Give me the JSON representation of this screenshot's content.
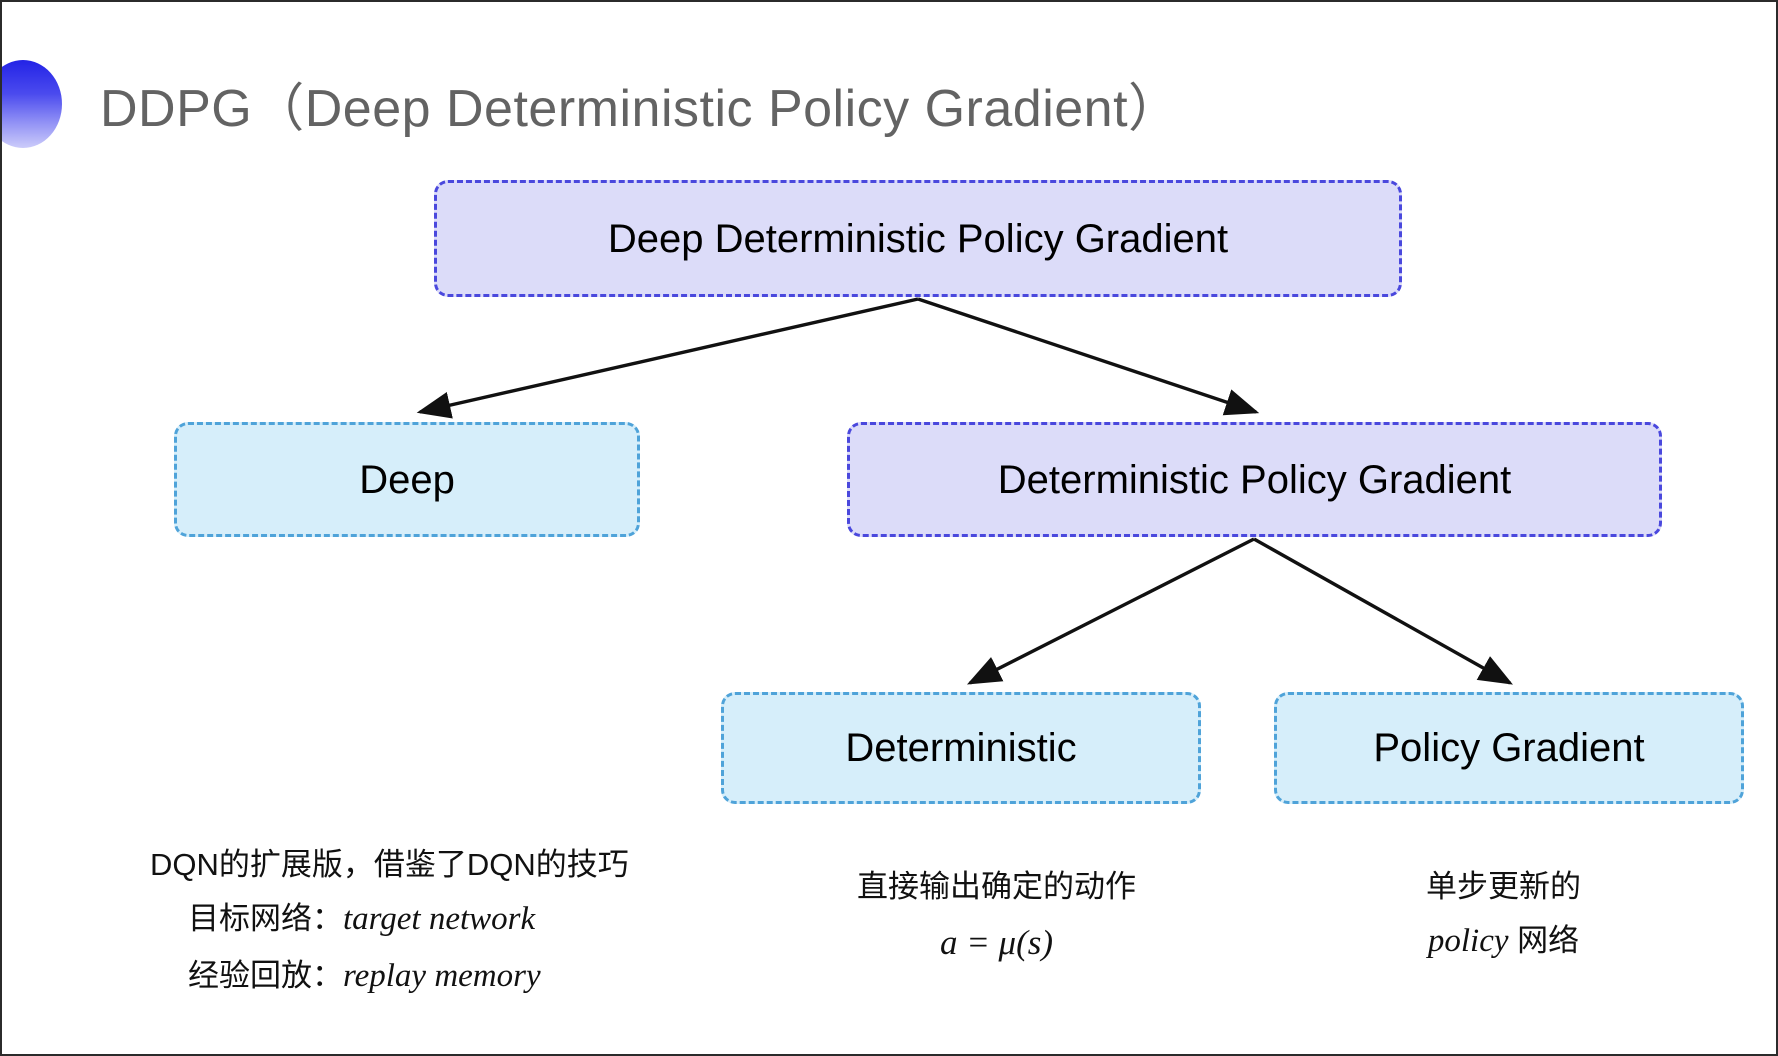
{
  "slide": {
    "title": "DDPG（Deep Deterministic Policy Gradient）",
    "bullet_icon": "gradient-circle-bullet",
    "title_color": "#636363",
    "background": "#ffffff"
  },
  "palette": {
    "purple_fill": "#dcdcf9",
    "purple_stroke": "#4a48dd",
    "blue_fill": "#d6eefa",
    "blue_stroke": "#4fa3d9",
    "arrow_color": "#111111",
    "text_color": "#000000"
  },
  "diagram": {
    "type": "tree",
    "nodes": [
      {
        "id": "root",
        "label": "Deep Deterministic Policy Gradient",
        "style": "purple",
        "level": 0
      },
      {
        "id": "deep",
        "label": "Deep",
        "style": "blue",
        "level": 1
      },
      {
        "id": "dpg",
        "label": "Deterministic Policy Gradient",
        "style": "purple",
        "level": 1
      },
      {
        "id": "det",
        "label": "Deterministic",
        "style": "blue",
        "level": 2
      },
      {
        "id": "pg",
        "label": "Policy Gradient",
        "style": "blue",
        "level": 2
      }
    ],
    "edges": [
      {
        "from": "root",
        "to": "deep"
      },
      {
        "from": "root",
        "to": "dpg"
      },
      {
        "from": "dpg",
        "to": "det"
      },
      {
        "from": "dpg",
        "to": "pg"
      }
    ]
  },
  "captions": {
    "deep": {
      "line1": "DQN的扩展版，借鉴了DQN的技巧",
      "line2_label": "目标网络：",
      "line2_term": "target network",
      "line3_label": "经验回放：",
      "line3_term": "replay memory"
    },
    "deterministic": {
      "line1": "直接输出确定的动作",
      "formula": "a = μ(s)"
    },
    "policy_gradient": {
      "line1": "单步更新的",
      "line2_term": "policy",
      "line2_suffix": " 网络"
    }
  }
}
